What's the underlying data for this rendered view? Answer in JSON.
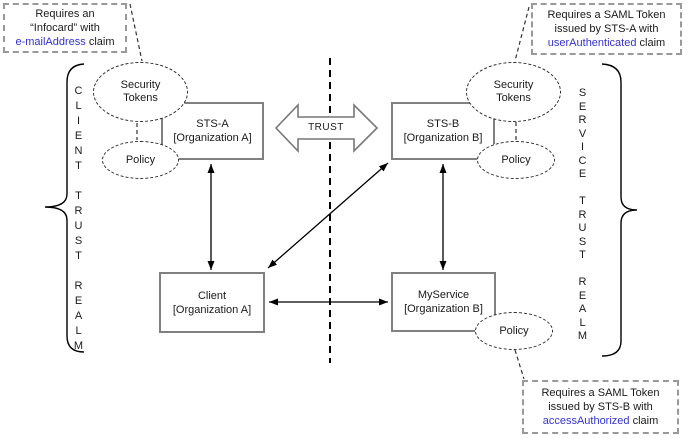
{
  "colors": {
    "claim_text": "#3333cc",
    "box_border": "#808080",
    "line": "#000000"
  },
  "callouts": {
    "infocard": {
      "pre": "Requires an\n“Infocard” with\n",
      "claim": "e-mailAddress",
      "post": " claim"
    },
    "saml_sts_a": {
      "pre": "Requires a SAML Token\nissued by STS-A with\n",
      "claim": "userAuthenticated",
      "post": " claim"
    },
    "saml_sts_b": {
      "pre": "Requires a SAML Token\nissued by STS-B with\n",
      "claim": "accessAuthorized",
      "post": " claim"
    }
  },
  "nodes": {
    "sts_a": {
      "title": "STS-A",
      "subtitle": "[Organization A]"
    },
    "sts_b": {
      "title": "STS-B",
      "subtitle": "[Organization B]"
    },
    "client": {
      "title": "Client",
      "subtitle": "[Organization A]"
    },
    "myservice": {
      "title": "MyService",
      "subtitle": "[Organization B]"
    }
  },
  "ellipses": {
    "security_tokens_left": "Security\nTokens",
    "policy_left": "Policy",
    "security_tokens_right": "Security\nTokens",
    "policy_right": "Policy",
    "policy_service": "Policy"
  },
  "labels": {
    "trust": "TRUST",
    "client_realm_vertical": "C\nL\nI\nE\nN\nT\n\nT\nR\nU\nS\nT\n\nR\nE\nA\nL\nM",
    "service_realm_vertical": "S\nE\nR\nV\nI\nC\nE\n\nT\nR\nU\nS\nT\n\nR\nE\nA\nL\nM"
  }
}
